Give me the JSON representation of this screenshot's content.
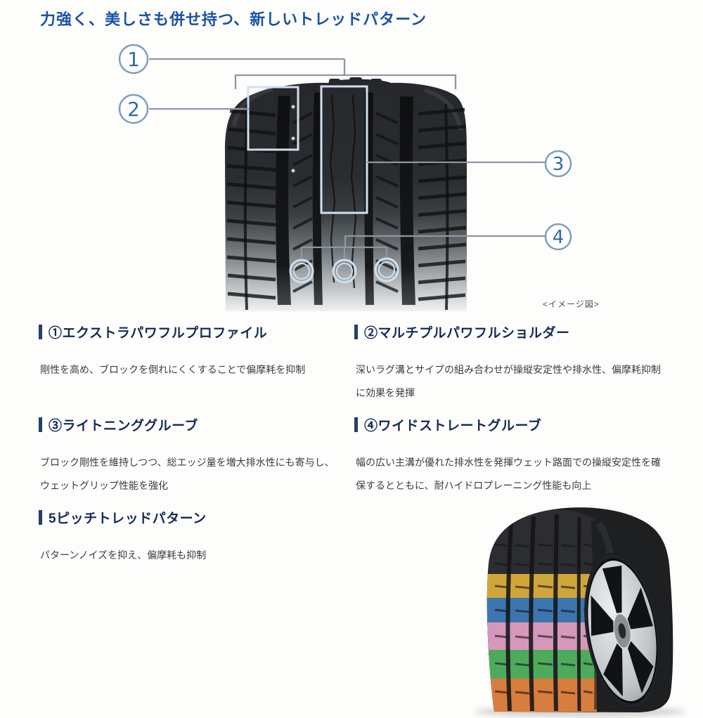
{
  "header": {
    "title": "力強く、美しさも併せ持つ、新しいトレッドパターン"
  },
  "diagram": {
    "caption": "<イメージ図>",
    "callouts": [
      {
        "label": "1"
      },
      {
        "label": "2"
      },
      {
        "label": "3"
      },
      {
        "label": "4"
      }
    ]
  },
  "features": [
    {
      "heading": "①エクストラパワフルプロファイル",
      "body": "剛性を高め、ブロックを倒れにくくすることで偏摩耗を抑制"
    },
    {
      "heading": "②マルチプルパワフルショルダー",
      "body": "深いラグ溝とサイプの組み合わせが操縦安定性や排水性、偏摩耗抑制に効果を発揮"
    },
    {
      "heading": "③ライトニンググルーブ",
      "body": "ブロック剛性を維持しつつ、総エッジ量を増大排水性にも寄与し、ウェットグリップ性能を強化"
    },
    {
      "heading": "④ワイドストレートグルーブ",
      "body": "幅の広い主溝が優れた排水性を発揮ウェット路面での操縦安定性を確保するとともに、耐ハイドロプレーニング性能も向上"
    },
    {
      "heading": "5ピッチトレッドパターン",
      "body": "パターンノイズを抑え、偏摩耗も抑制"
    }
  ],
  "pitch_tire": {
    "band_colors": [
      "#dfae3c",
      "#3e7cb8",
      "#e39fc6",
      "#52b560",
      "#e5833f"
    ]
  },
  "colors": {
    "title_blue": "#1a52a6",
    "heading_navy": "#152c52",
    "callout_blue": "#2e6ba6",
    "leader_line_gray": "#8d97a4",
    "highlight_box_blue": "#cfe0ef"
  }
}
